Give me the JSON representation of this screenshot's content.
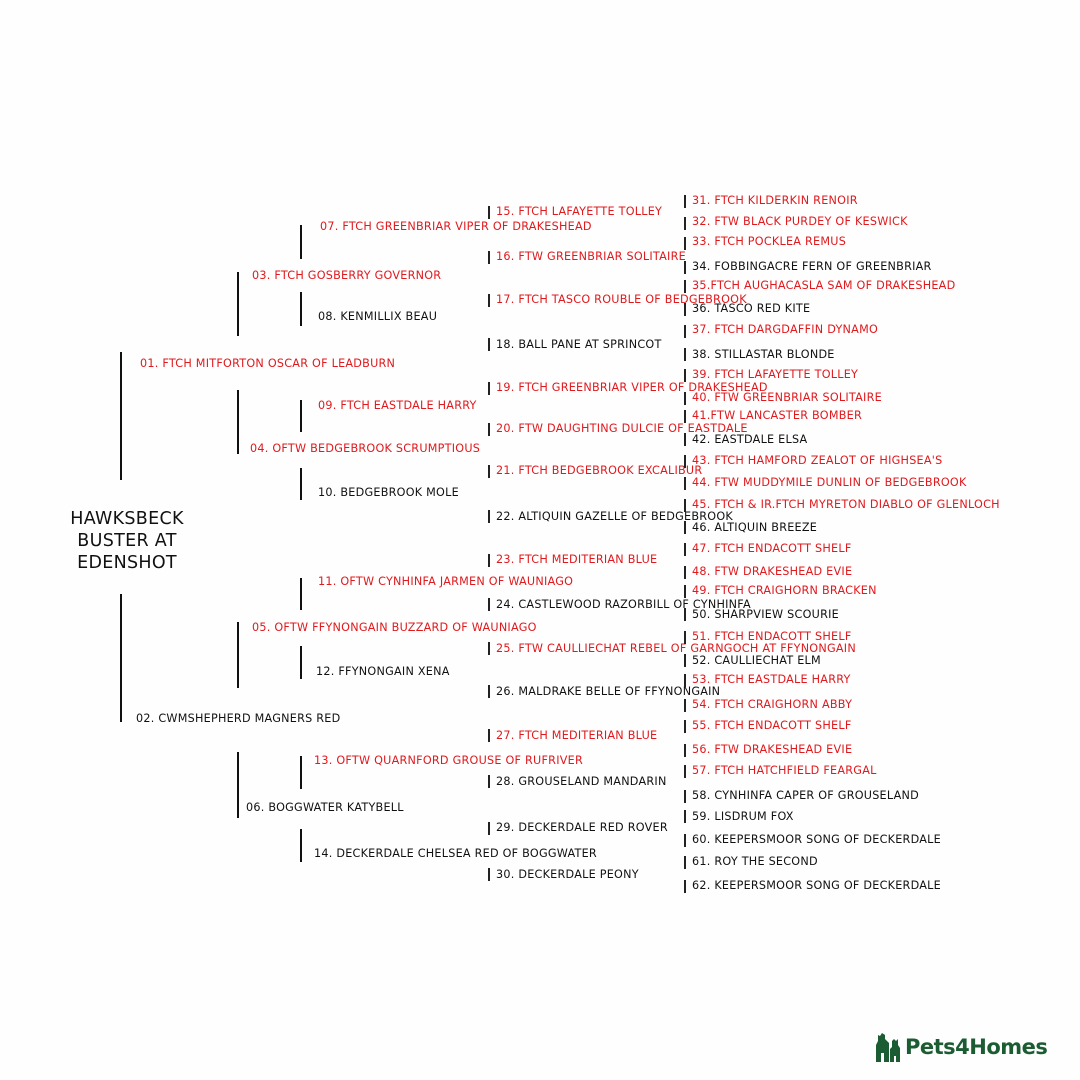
{
  "root": {
    "line1": "HAWKSBECK",
    "line2": "BUSTER AT",
    "line3": "EDENSHOT"
  },
  "colors": {
    "highlight": "#e0191d",
    "text": "#111111",
    "logo": "#1c5c32"
  },
  "parents": {
    "sire": "01. FTCH MITFORTON OSCAR OF LEADBURN",
    "dam": "02. CWMSHEPHERD MAGNERS RED"
  },
  "grandparents": {
    "g03": "03. FTCH GOSBERRY GOVERNOR",
    "g04": "04. OFTW BEDGEBROOK SCRUMPTIOUS",
    "g05": "05. OFTW FFYNONGAIN BUZZARD OF WAUNIAGO",
    "g06": "06. BOGGWATER KATYBELL"
  },
  "great_grandparents": {
    "g07": "07. FTCH GREENBRIAR VIPER OF DRAKESHEAD",
    "g08": "08. KENMILLIX BEAU",
    "g09": "09. FTCH EASTDALE HARRY",
    "g10": "10. BEDGEBROOK MOLE",
    "g11": "11. OFTW CYNHINFA JARMEN OF WAUNIAGO",
    "g12": "12. FFYNONGAIN XENA",
    "g13": "13. OFTW QUARNFORD GROUSE OF RUFRIVER",
    "g14": "14.  DECKERDALE CHELSEA RED OF BOGGWATER"
  },
  "gen4": {
    "g15": "15. FTCH LAFAYETTE TOLLEY",
    "g16": "16. FTW GREENBRIAR SOLITAIRE",
    "g17": "17. FTCH TASCO ROUBLE OF BEDGEBROOK",
    "g18": "18. BALL PANE AT SPRINCOT",
    "g19": "19. FTCH GREENBRIAR VIPER OF DRAKESHEAD",
    "g20": "20. FTW DAUGHTING DULCIE OF EASTDALE",
    "g21": "21. FTCH BEDGEBROOK EXCALIBUR",
    "g22": "22. ALTIQUIN GAZELLE OF BEDGEBROOK",
    "g23": "23. FTCH MEDITERIAN BLUE",
    "g24": "24. CASTLEWOOD RAZORBILL OF CYNHINFA",
    "g25": "25.  FTW CAULLIECHAT REBEL OF GARNGOCH AT FFYNONGAIN",
    "g26": "26. MALDRAKE BELLE OF FFYNONGAIN",
    "g27": "27. FTCH MEDITERIAN BLUE",
    "g28": "28. GROUSELAND MANDARIN",
    "g29": "29. DECKERDALE RED ROVER",
    "g30": "30. DECKERDALE PEONY"
  },
  "gen5": {
    "g31": "31. FTCH KILDERKIN RENOIR",
    "g32": "32. FTW BLACK PURDEY OF KESWICK",
    "g33": "33. FTCH POCKLEA REMUS",
    "g34": "34. FOBBINGACRE FERN OF GREENBRIAR",
    "g35": "35.FTCH AUGHACASLA SAM OF DRAKESHEAD",
    "g36": "36. TASCO RED KITE",
    "g37": "37. FTCH DARGDAFFIN DYNAMO",
    "g38": "38. STILLASTAR BLONDE",
    "g39": "39. FTCH LAFAYETTE TOLLEY",
    "g40": "40. FTW GREENBRIAR SOLITAIRE",
    "g41": "41.FTW LANCASTER BOMBER",
    "g42": "42. EASTDALE ELSA",
    "g43": "43. FTCH HAMFORD ZEALOT OF HIGHSEA'S",
    "g44": "44. FTW MUDDYMILE DUNLIN OF BEDGEBROOK",
    "g45": "45. FTCH & IR.FTCH MYRETON DIABLO OF GLENLOCH",
    "g46": "46. ALTIQUIN BREEZE",
    "g47": "47. FTCH ENDACOTT SHELF",
    "g48": "48. FTW DRAKESHEAD EVIE",
    "g49": "49. FTCH CRAIGHORN BRACKEN",
    "g50": "50. SHARPVIEW SCOURIE",
    "g51": "51. FTCH ENDACOTT SHELF",
    "g52": "52. CAULLIECHAT ELM",
    "g53": "53. FTCH EASTDALE HARRY",
    "g54": "54. FTCH CRAIGHORN ABBY",
    "g55": "55. FTCH ENDACOTT SHELF",
    "g56": "56. FTW DRAKESHEAD EVIE",
    "g57": "57. FTCH HATCHFIELD FEARGAL",
    "g58": "58. CYNHINFA CAPER OF GROUSELAND",
    "g59": "59. LISDRUM FOX",
    "g60": "60. KEEPERSMOOR SONG OF DECKERDALE",
    "g61": "61. ROY THE SECOND",
    "g62": "62. KEEPERSMOOR SONG OF DECKERDALE"
  },
  "logo": {
    "text": "Pets4Homes",
    "icon": "dog-cat-silhouette-icon"
  }
}
